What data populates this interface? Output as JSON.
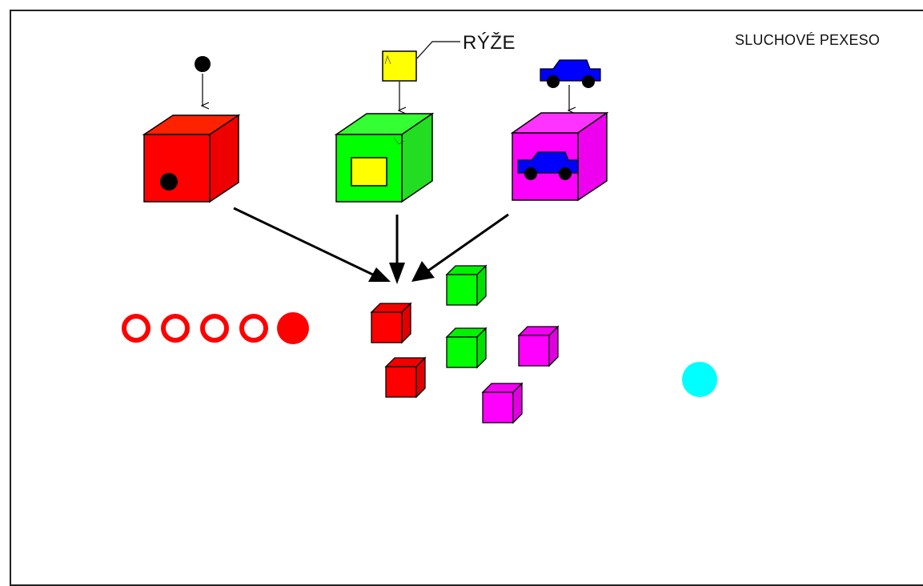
{
  "title": "SLUCHOVÉ PEXESO",
  "sample_label": "RÝŽE",
  "colors": {
    "red": "#ff0000",
    "green": "#00ff00",
    "magenta": "#ff00ff",
    "yellow": "#ffff00",
    "blue": "#0000ff",
    "black": "#000000",
    "cyan": "#00ffff"
  },
  "categories": [
    {
      "id": "ball",
      "box_color": "red",
      "content_icon": "ball-icon"
    },
    {
      "id": "rice",
      "box_color": "green",
      "content_icon": "rice-square-icon"
    },
    {
      "id": "car",
      "box_color": "magenta",
      "content_icon": "car-icon"
    }
  ],
  "pairs_found": {
    "total": 5,
    "filled": 1
  },
  "cubes": [
    "red",
    "green",
    "red",
    "green",
    "magenta",
    "magenta"
  ],
  "cursor": {
    "color": "cyan"
  }
}
